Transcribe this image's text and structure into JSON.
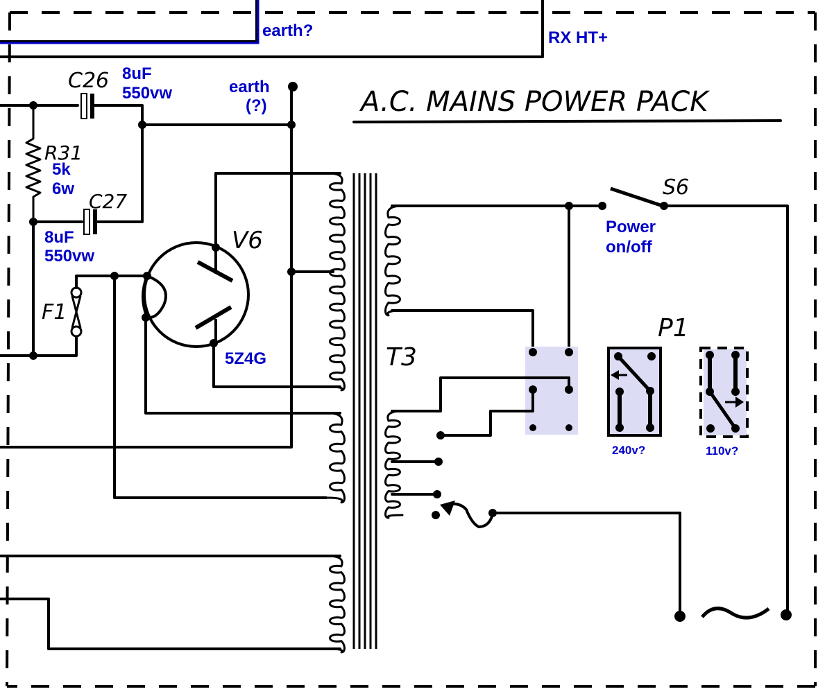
{
  "title": "A.C. MAINS POWER PACK",
  "colors": {
    "annotation": "#0000c8",
    "ink": "#000000",
    "plug_highlight": "#dcdcf4"
  },
  "labels": {
    "earth_top": "earth?",
    "rx_ht": "RX  HT+",
    "earth_node_line1": "earth",
    "earth_node_line2": "(?)",
    "power_switch_line1": "Power",
    "power_switch_line2": "on/off",
    "plug_240": "240v?",
    "plug_110": "110v?",
    "tube_type": "5Z4G"
  },
  "components": {
    "c26": {
      "ref": "C26",
      "value_line1": "8uF",
      "value_line2": "550vw"
    },
    "c27": {
      "ref": "C27",
      "value_line1": "8uF",
      "value_line2": "550vw"
    },
    "r31": {
      "ref": "R31",
      "value_line1": "5k",
      "value_line2": "6w"
    },
    "f1": {
      "ref": "F1"
    },
    "v6": {
      "ref": "V6"
    },
    "t3": {
      "ref": "T3"
    },
    "s6": {
      "ref": "S6"
    },
    "p1": {
      "ref": "P1"
    },
    "mains": {
      "symbol": "~"
    }
  }
}
